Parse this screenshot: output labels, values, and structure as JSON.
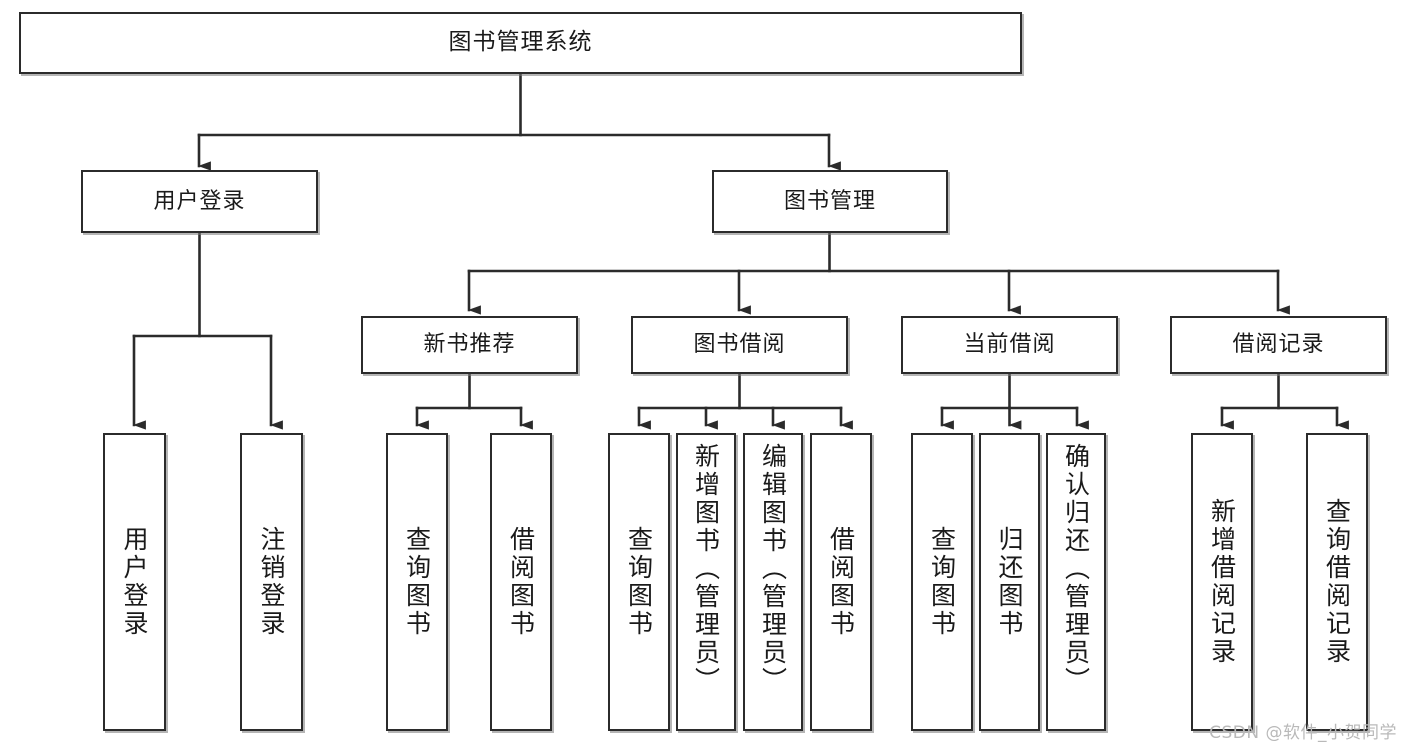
{
  "diagram": {
    "title": "图书管理系统",
    "type": "hierarchy-tree",
    "levels": 4,
    "root": {
      "id": "root",
      "label": "图书管理系统"
    },
    "level2": [
      {
        "id": "user-login",
        "label": "用户登录"
      },
      {
        "id": "book-manage",
        "label": "图书管理"
      }
    ],
    "level3": [
      {
        "id": "new-book-rec",
        "label": "新书推荐",
        "parent": "book-manage"
      },
      {
        "id": "book-borrow",
        "label": "图书借阅",
        "parent": "book-manage"
      },
      {
        "id": "current-borrow",
        "label": "当前借阅",
        "parent": "book-manage"
      },
      {
        "id": "borrow-record",
        "label": "借阅记录",
        "parent": "book-manage"
      }
    ],
    "leaves": [
      {
        "id": "leaf-user-login",
        "label": "用户登录",
        "parent": "user-login"
      },
      {
        "id": "leaf-logout",
        "label": "注销登录",
        "parent": "user-login"
      },
      {
        "id": "leaf-rec-query",
        "label": "查询图书",
        "parent": "new-book-rec"
      },
      {
        "id": "leaf-rec-borrow",
        "label": "借阅图书",
        "parent": "new-book-rec"
      },
      {
        "id": "leaf-borrow-query",
        "label": "查询图书",
        "parent": "book-borrow"
      },
      {
        "id": "leaf-borrow-add",
        "label": "新增图书（管理员）",
        "parent": "book-borrow"
      },
      {
        "id": "leaf-borrow-edit",
        "label": "编辑图书（管理员）",
        "parent": "book-borrow"
      },
      {
        "id": "leaf-borrow-lend",
        "label": "借阅图书",
        "parent": "book-borrow"
      },
      {
        "id": "leaf-cur-query",
        "label": "查询图书",
        "parent": "current-borrow"
      },
      {
        "id": "leaf-cur-return",
        "label": "归还图书",
        "parent": "current-borrow"
      },
      {
        "id": "leaf-cur-confirm",
        "label": "确认归还（管理员）",
        "parent": "current-borrow"
      },
      {
        "id": "leaf-rec-add",
        "label": "新增借阅记录",
        "parent": "borrow-record"
      },
      {
        "id": "leaf-rec-query2",
        "label": "查询借阅记录",
        "parent": "borrow-record"
      }
    ],
    "colors": {
      "box_border": "#2b2b2b",
      "box_fill": "#ffffff",
      "connector": "#2b2b2b",
      "text": "#1a1a1a",
      "background": "#ffffff",
      "watermark": "#b9b9b9"
    }
  },
  "watermark": {
    "text": "CSDN @软件_小贺同学"
  }
}
